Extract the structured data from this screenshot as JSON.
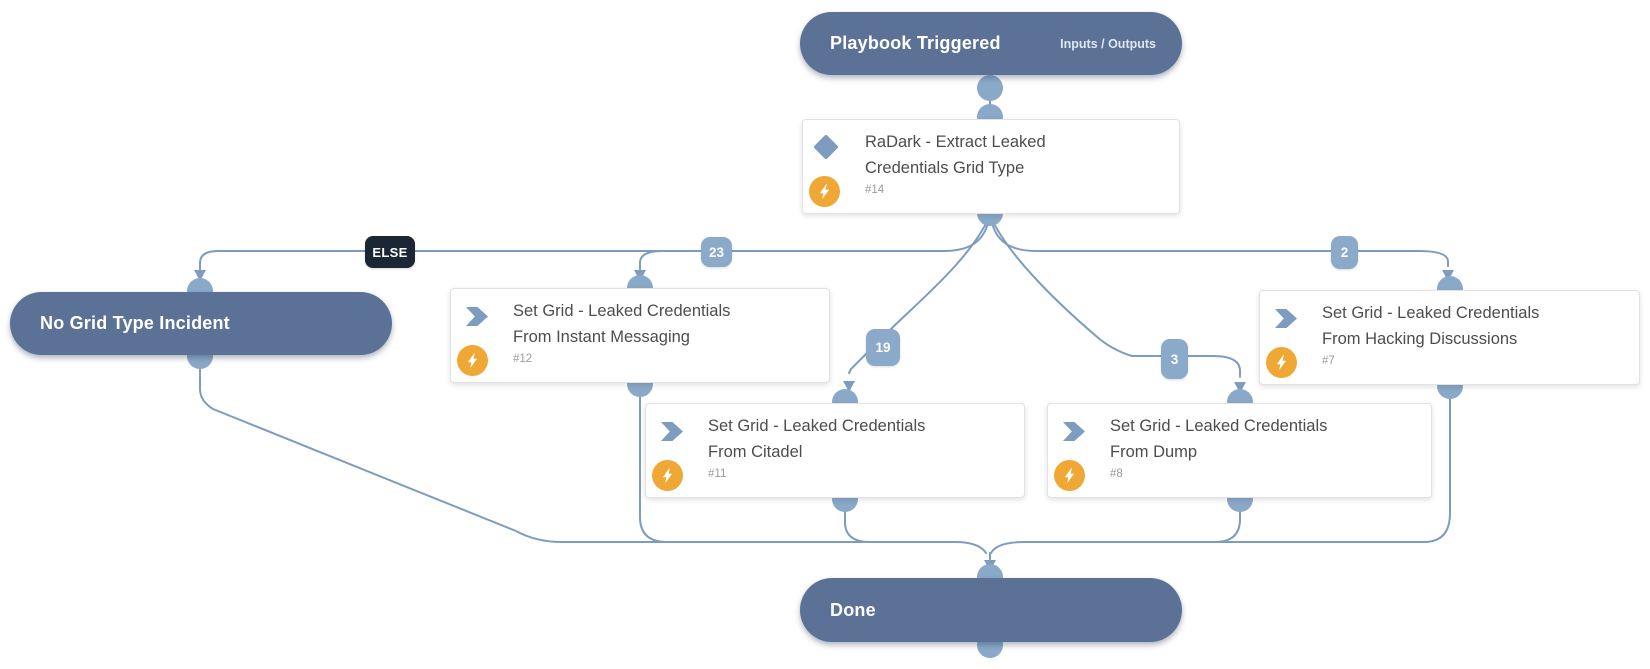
{
  "diagram": {
    "start_node": {
      "label": "Playbook Triggered",
      "link": "Inputs / Outputs"
    },
    "condition_task": {
      "line1": "RaDark - Extract Leaked",
      "line2": "Credentials Grid Type",
      "id": "#14"
    },
    "tasks": [
      {
        "line1": "Set Grid - Leaked Credentials",
        "line2": "From Instant Messaging",
        "id": "#12"
      },
      {
        "line1": "Set Grid - Leaked Credentials",
        "line2": "From Citadel",
        "id": "#11"
      },
      {
        "line1": "Set Grid - Leaked Credentials",
        "line2": "From Dump",
        "id": "#8"
      },
      {
        "line1": "Set Grid - Leaked Credentials",
        "line2": "From Hacking Discussions",
        "id": "#7"
      }
    ],
    "terminal_nodes": [
      {
        "label": "No Grid Type Incident"
      },
      {
        "label": "Done"
      }
    ],
    "branch_labels": {
      "else": "ELSE",
      "instant_messaging": "23",
      "citadel": "19",
      "dump": "3",
      "hacking_discussions": "2"
    },
    "colors": {
      "node_fill": "#5b7296",
      "connector": "#7d9cbe",
      "connector_dot": "#8aa9c8",
      "branch_badge": "#8ba9c9",
      "else_badge": "#1d2634",
      "automation_icon": "#efa836",
      "task_icon": "#7d9cc0",
      "card_border": "#e2e2e2",
      "title_text": "#4d4d4d",
      "id_text": "#9b9b9b"
    }
  }
}
